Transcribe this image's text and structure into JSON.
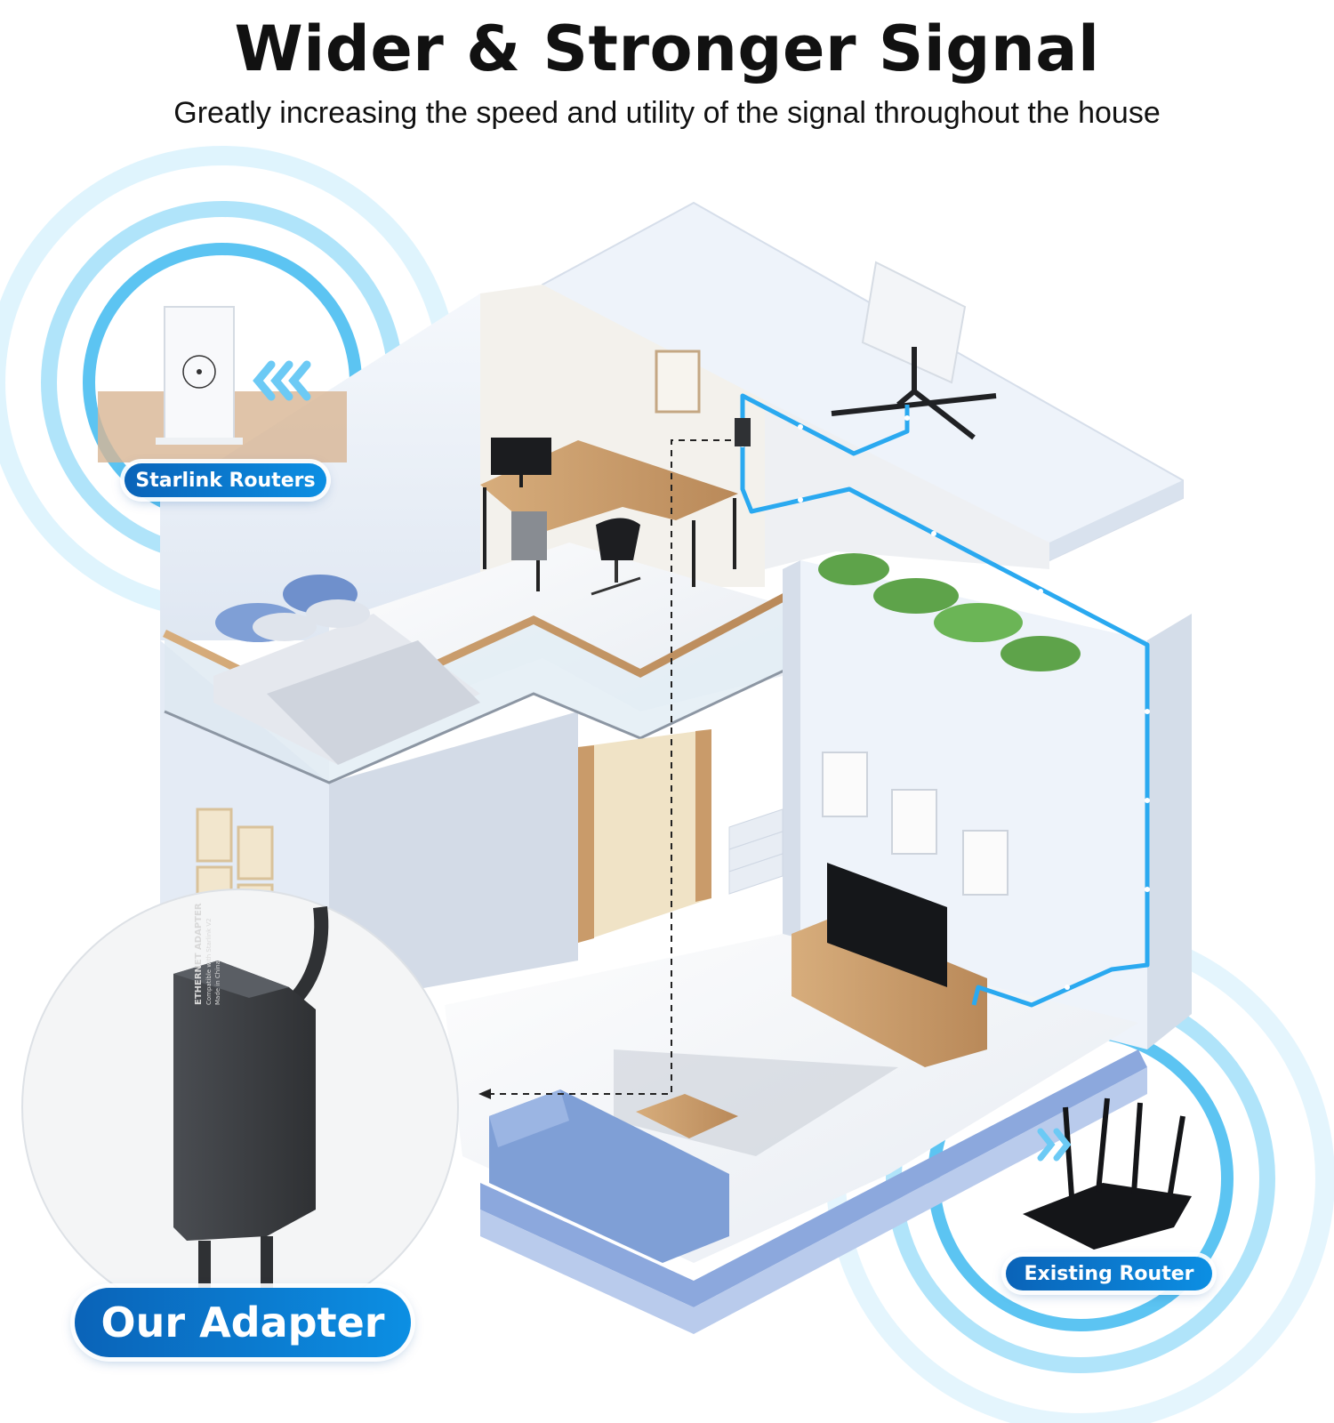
{
  "header": {
    "title": "Wider & Stronger Signal",
    "subtitle": "Greatly increasing the speed and utility of the signal throughout the house"
  },
  "callouts": {
    "starlink_label": "Starlink Routers",
    "existing_label": "Existing Router",
    "adapter_label": "Our Adapter"
  },
  "adapter_print": {
    "line1": "ETHERNET ADAPTER",
    "line2": "Compatible with Starlink V2",
    "line3": "Made in China"
  },
  "colors": {
    "accent": "#0c8fe3",
    "pill_dark": "#0a63b8",
    "signal_line": "#2aa9f0",
    "signal_ring": "#7fd3f7",
    "wall": "#eef3fa",
    "wood": "#c99b6a",
    "sofa": "#7f9fd6"
  },
  "icons": [
    "satellite-dish-icon",
    "router-icon",
    "adapter-icon",
    "signal-arrow-icon",
    "chevron-double-left-icon",
    "chevron-double-right-icon"
  ]
}
